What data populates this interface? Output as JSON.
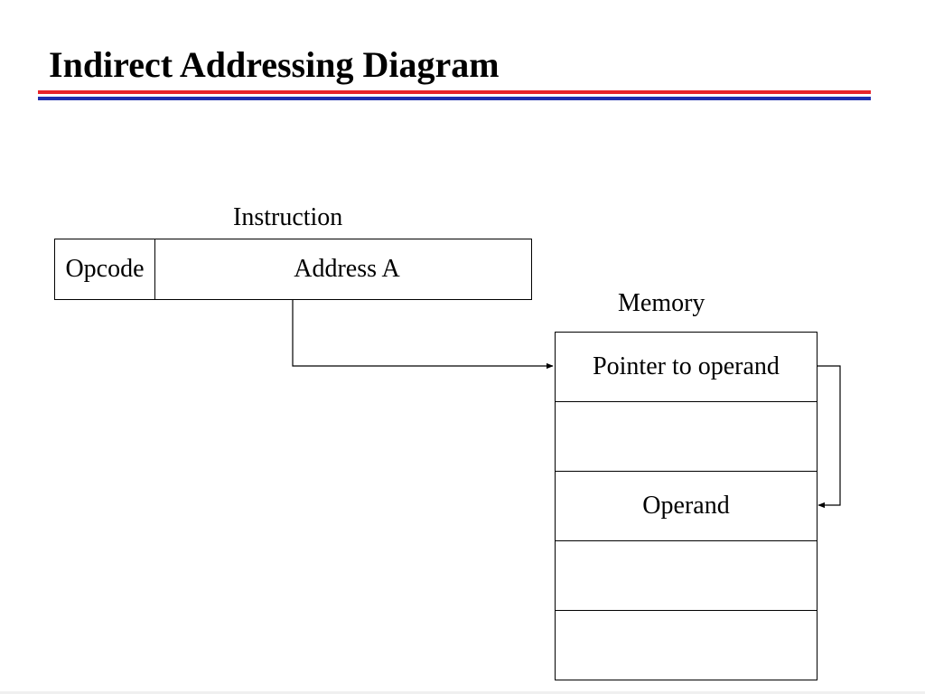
{
  "slide": {
    "title": "Indirect Addressing Diagram",
    "rule_colors": {
      "red": "#e8242a",
      "blue": "#1f2fae"
    }
  },
  "instruction": {
    "label": "Instruction",
    "opcode": "Opcode",
    "address": "Address A"
  },
  "memory": {
    "label": "Memory",
    "cells": [
      "Pointer to operand",
      "",
      "Operand",
      "",
      ""
    ]
  },
  "connectors": [
    {
      "from": "instruction.address",
      "to": "memory.cells.0"
    },
    {
      "from": "memory.cells.0",
      "to": "memory.cells.2"
    }
  ]
}
